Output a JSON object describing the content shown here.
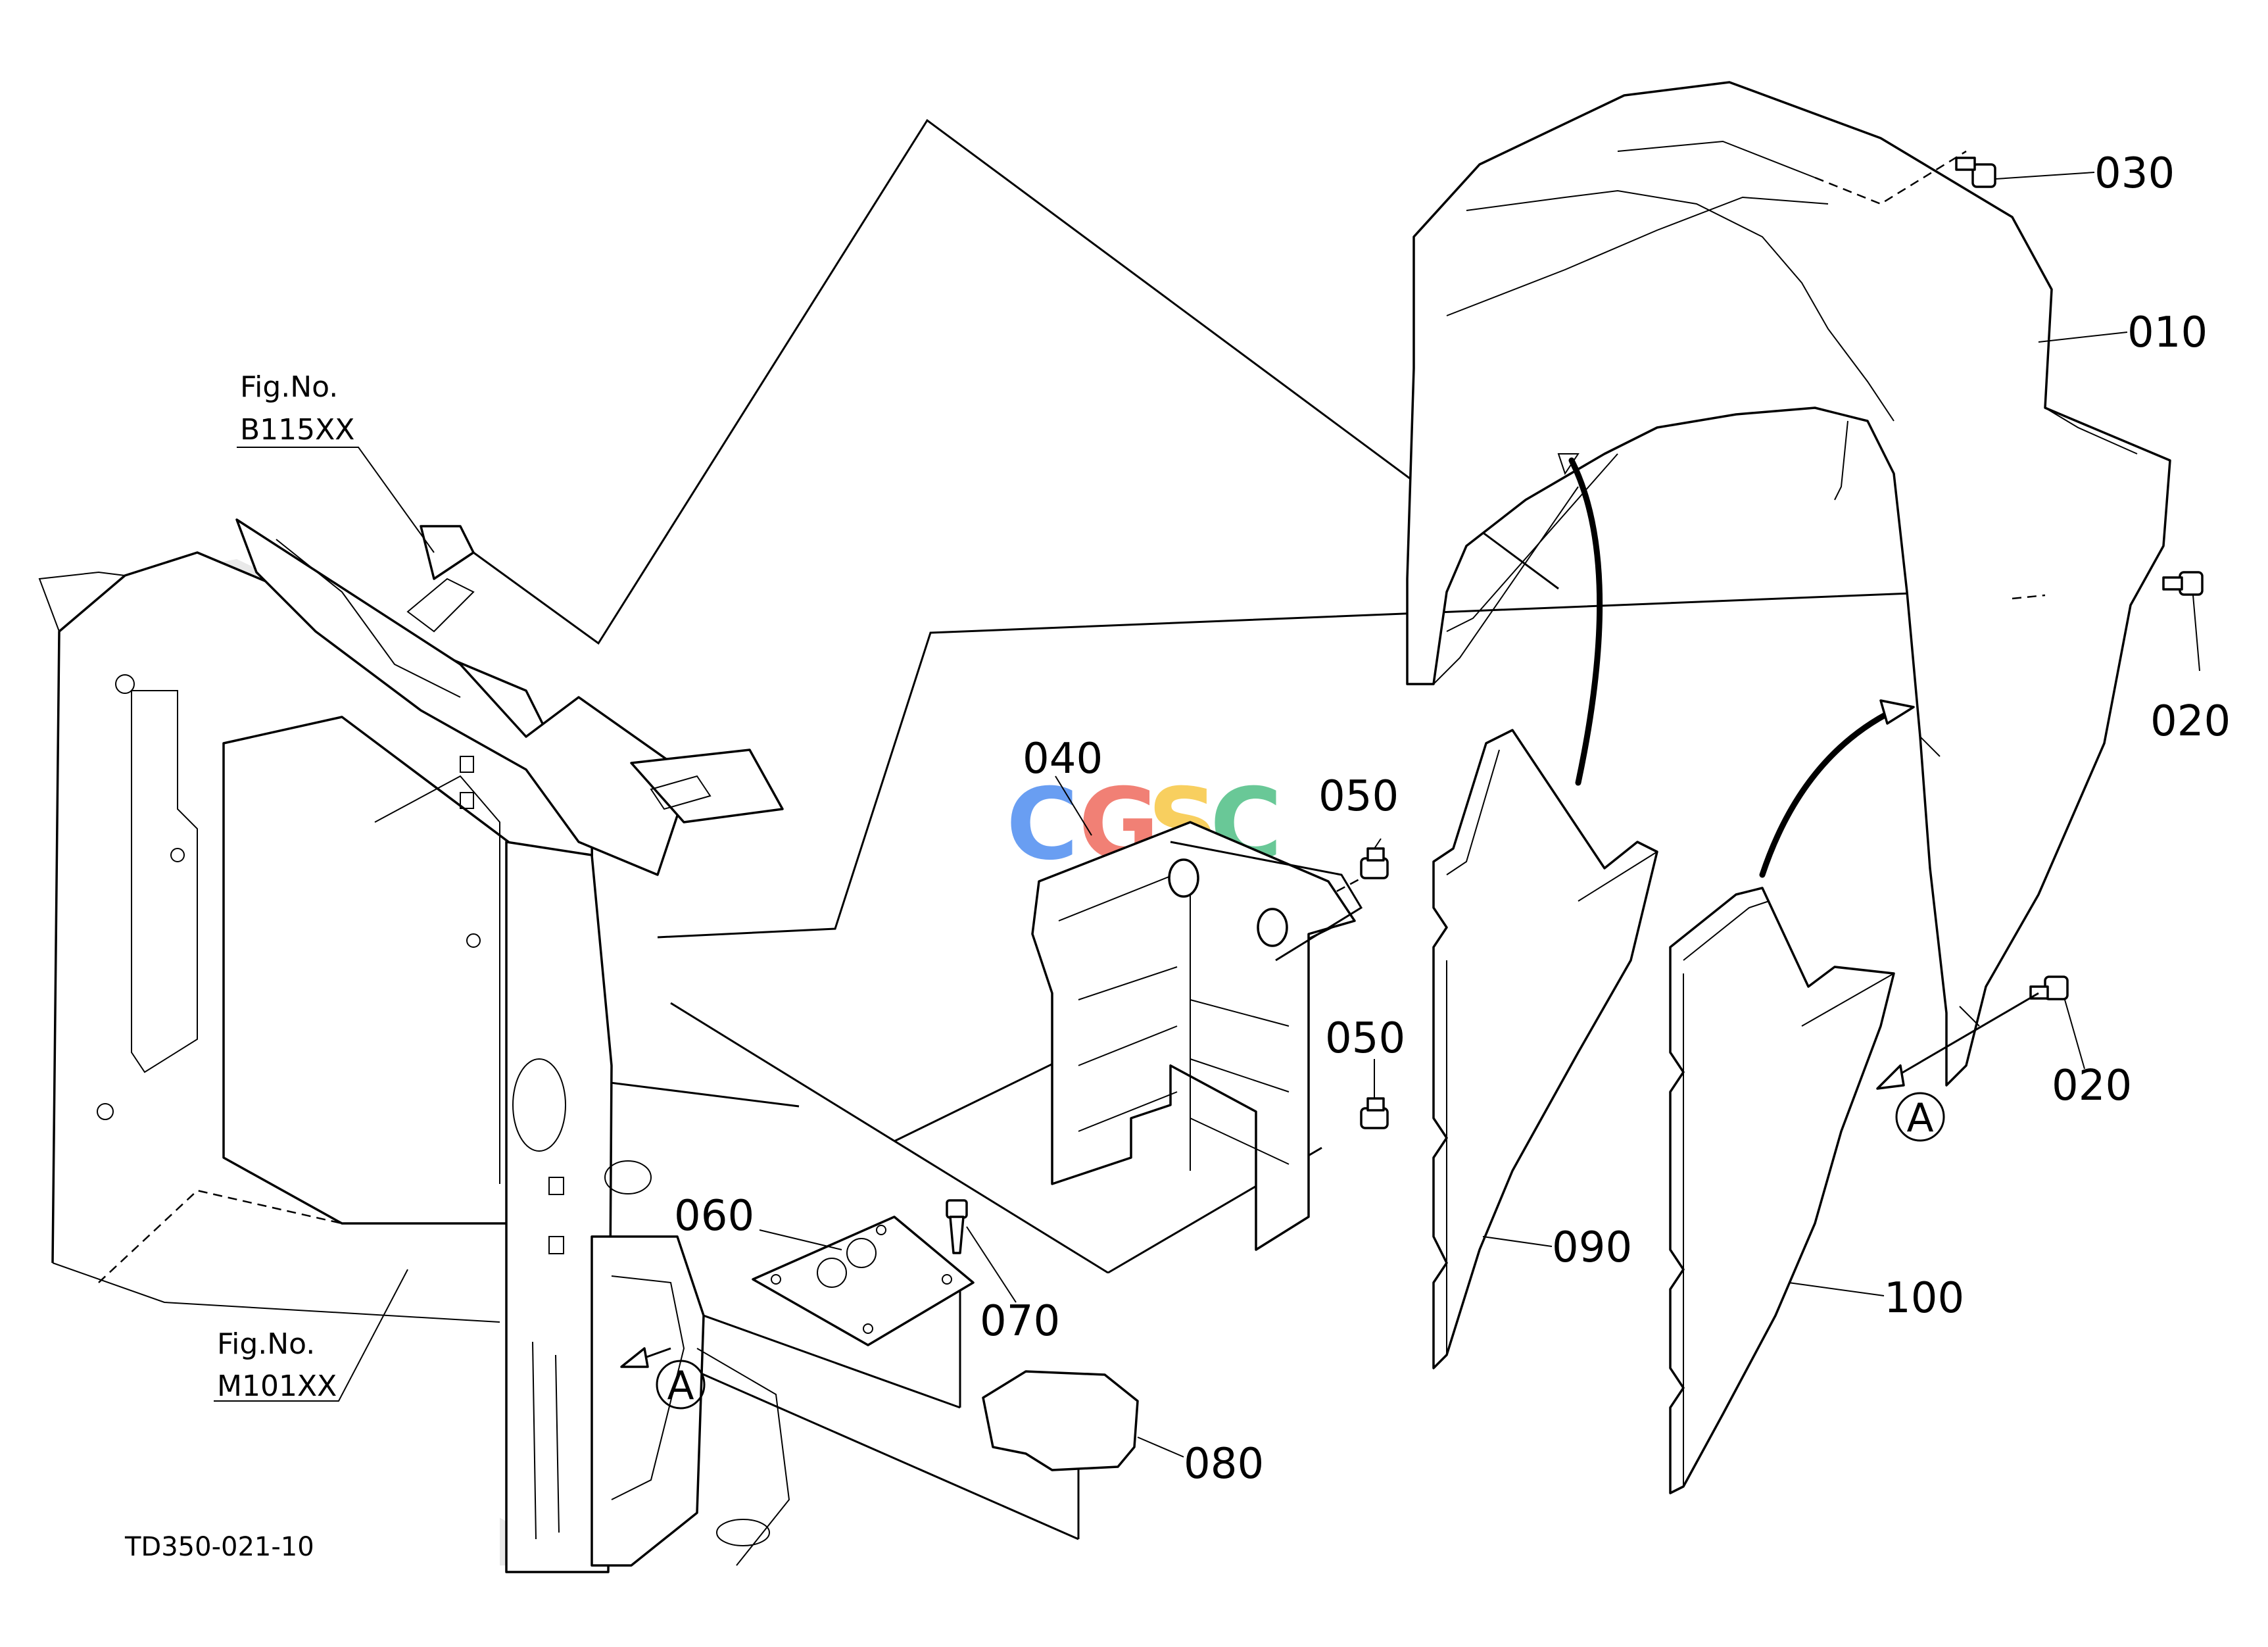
{
  "drawing_code": "TD350-021-10",
  "figure_refs": [
    {
      "id": "top",
      "line1": "Fig.No.",
      "line2": "B115XX"
    },
    {
      "id": "bottom",
      "line1": "Fig.No.",
      "line2": "M101XX"
    }
  ],
  "part_labels": {
    "p010": "010",
    "p020a": "020",
    "p020b": "020",
    "p030": "030",
    "p040": "040",
    "p050a": "050",
    "p050b": "050",
    "p060": "060",
    "p070": "070",
    "p080": "080",
    "p090": "090",
    "p100": "100"
  },
  "view_marks": {
    "right": "A",
    "left": "A"
  },
  "watermark": {
    "letters": [
      "C",
      "G",
      "S",
      "C"
    ],
    "colors": [
      "#4f8ef0",
      "#ef6b5e",
      "#f7c744",
      "#4fbf86"
    ]
  }
}
